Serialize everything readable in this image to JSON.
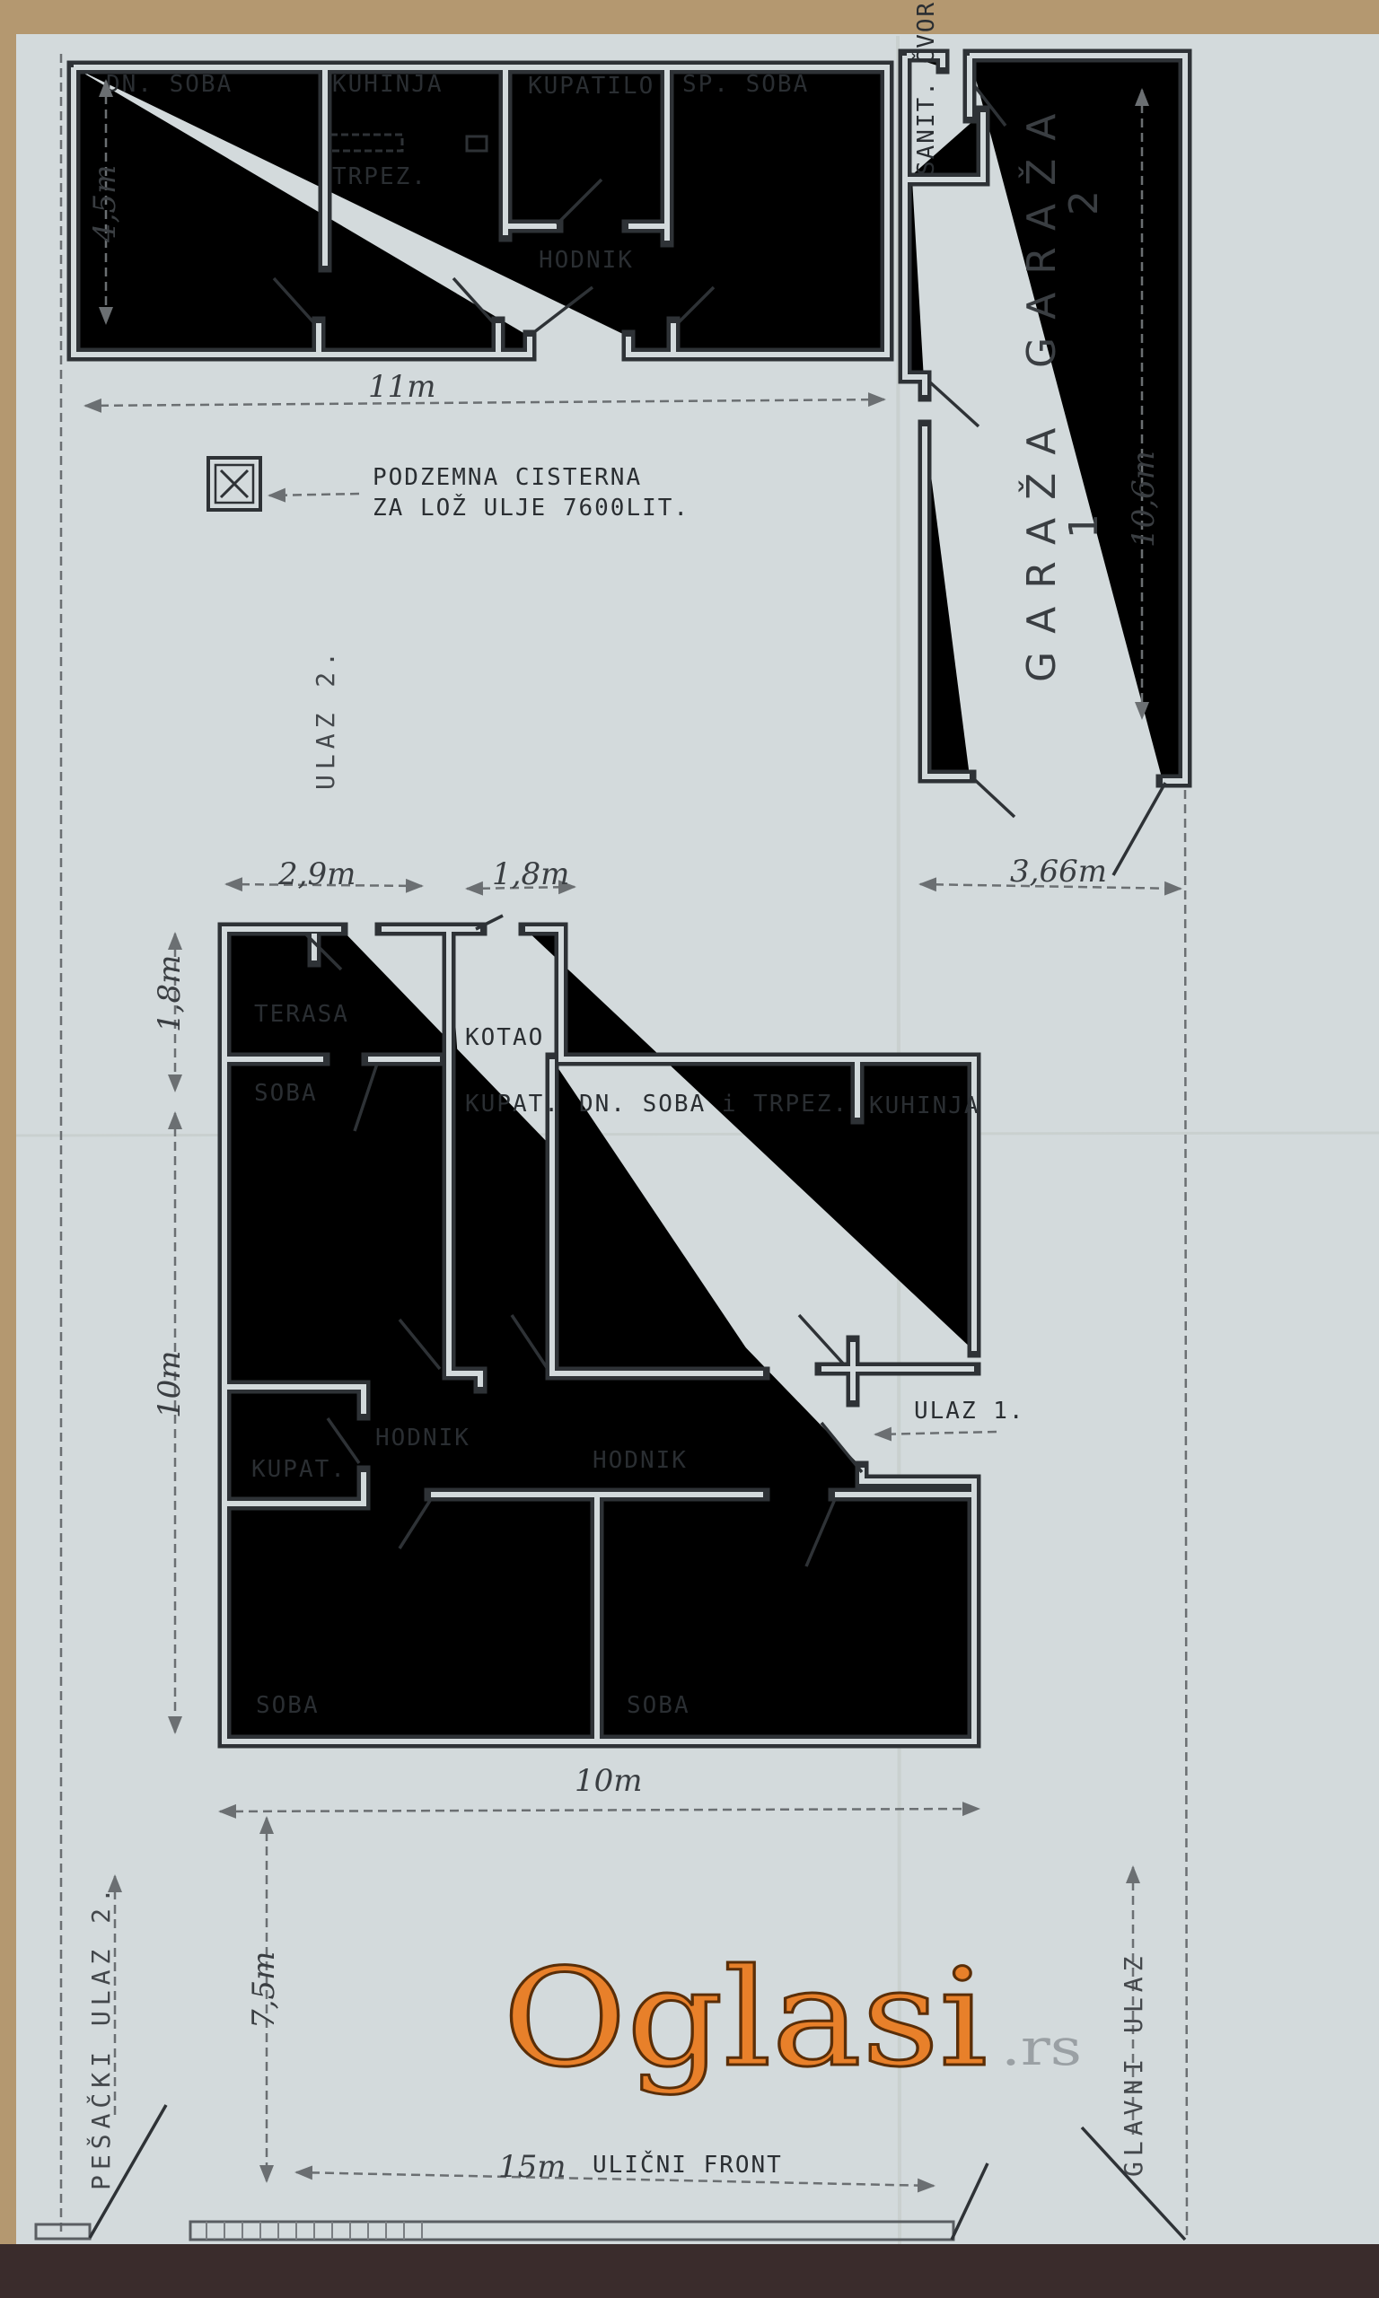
{
  "upper_building": {
    "rooms": {
      "living_room": "DN. SOBA",
      "kitchen": "KUHINJA",
      "dining": "TRPEZ.",
      "bathroom": "KUPATILO",
      "bedroom": "SP. SOBA",
      "hallway": "HODNIK",
      "sanitary": "SANIT. ČVOR"
    },
    "dim_height": "4,5m",
    "dim_width": "11m"
  },
  "cistern": {
    "line1": "PODZEMNA CISTERNA",
    "line2": "ZA LOŽ ULJE 7600LIT."
  },
  "garage": {
    "label": "GARAŽA",
    "number_1": "1",
    "number_2": "2",
    "dim_length": "10,6m",
    "dim_width": "3,66m"
  },
  "entrance_2": "ULAZ 2.",
  "lower_building": {
    "dim_terrace_width": "2,9m",
    "dim_boiler_width": "1,8m",
    "dim_terrace_depth": "1,8m",
    "dim_height": "10m",
    "dim_width": "10m",
    "rooms": {
      "terrace": "TERASA",
      "room_top": "SOBA",
      "boiler": "KOTAO",
      "bath_top": "KUPAT.",
      "living_dining": "DN. SOBA i TRPEZ.",
      "kitchen": "KUHINJA",
      "hall_left": "HODNIK",
      "hall_main": "HODNIK",
      "bath_bottom": "KUPAT.",
      "room_bottom_left": "SOBA",
      "room_bottom_right": "SOBA"
    },
    "entrance_1": "ULAZ 1."
  },
  "yard": {
    "dim_front_yard": "7,5m",
    "pedestrian_entrance": "PEŠAČKI ULAZ 2.",
    "main_entrance": "GLAVNI ULAZ",
    "street_front_dim": "15m",
    "street_front": "ULIČNI FRONT"
  },
  "watermark": {
    "logo": "Oglasi",
    "tld": ".rs"
  }
}
